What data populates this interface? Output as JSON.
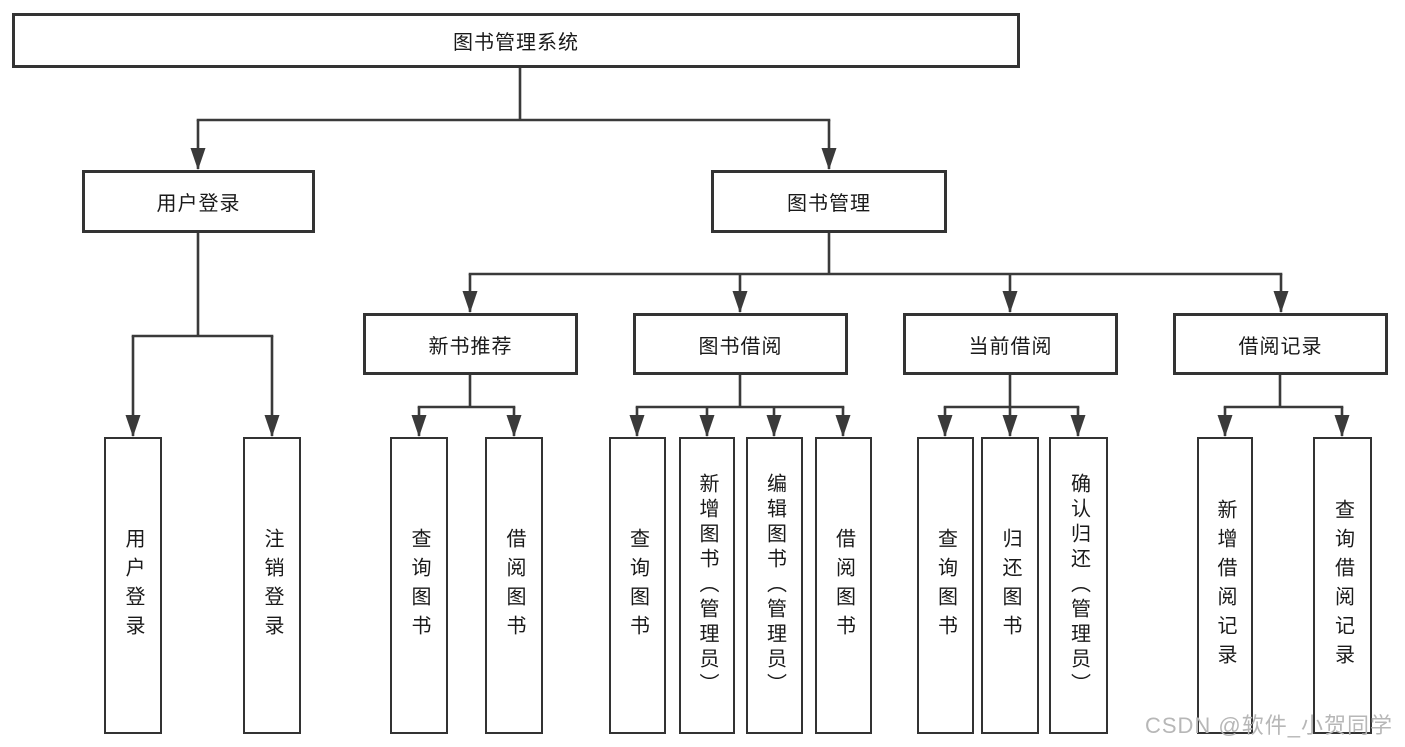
{
  "page": {
    "background": "#ffffff"
  },
  "diagram": {
    "root": {
      "label": "图书管理系统"
    },
    "level2": {
      "user_login": {
        "label": "用户登录"
      },
      "book_management": {
        "label": "图书管理"
      }
    },
    "level3": {
      "new_book_recommendation": {
        "label": "新书推荐"
      },
      "book_borrowing": {
        "label": "图书借阅"
      },
      "current_borrowing": {
        "label": "当前借阅"
      },
      "borrowing_records": {
        "label": "借阅记录"
      }
    },
    "leaves": {
      "user_login": [
        "用户登录",
        "注销登录"
      ],
      "new_book_recommendation": [
        "查询图书",
        "借阅图书"
      ],
      "book_borrowing": [
        "查询图书",
        "新增图书（管理员）",
        "编辑图书（管理员）",
        "借阅图书"
      ],
      "current_borrowing": [
        "查询图书",
        "归还图书",
        "确认归还（管理员）"
      ],
      "borrowing_records": [
        "新增借阅记录",
        "查询借阅记录"
      ]
    }
  },
  "watermark": {
    "text": "CSDN @软件_小贺同学"
  },
  "colors": {
    "line": "#3a3a3a",
    "box_border": "#333333",
    "text": "#1a1a1a",
    "watermark": "#b7b7b7"
  }
}
